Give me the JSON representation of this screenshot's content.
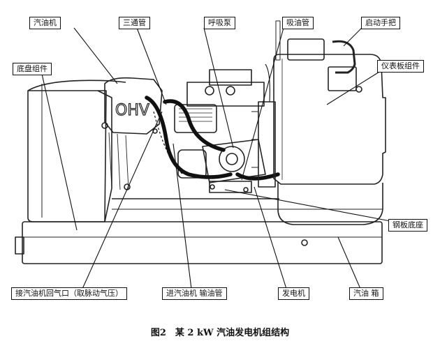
{
  "labels": {
    "engine": "汽油机",
    "tee_pipe": "三通管",
    "breather_pump": "呼吸泵",
    "suction_pipe": "吸油管",
    "start_handle": "启动手把",
    "chassis_assembly": "底盘组件",
    "instrument_panel": "仪表板组件",
    "steel_base": "钢板底座",
    "intake_return_port": "接汽油机回气口（取脉动气压）",
    "engine_feed_pipe": "进汽油机 输油管",
    "generator": "发电机",
    "fuel_tank": "汽油 箱"
  },
  "engine_badge": "OHV",
  "caption": "图2　某 2 kW 汽油发电机组结构"
}
